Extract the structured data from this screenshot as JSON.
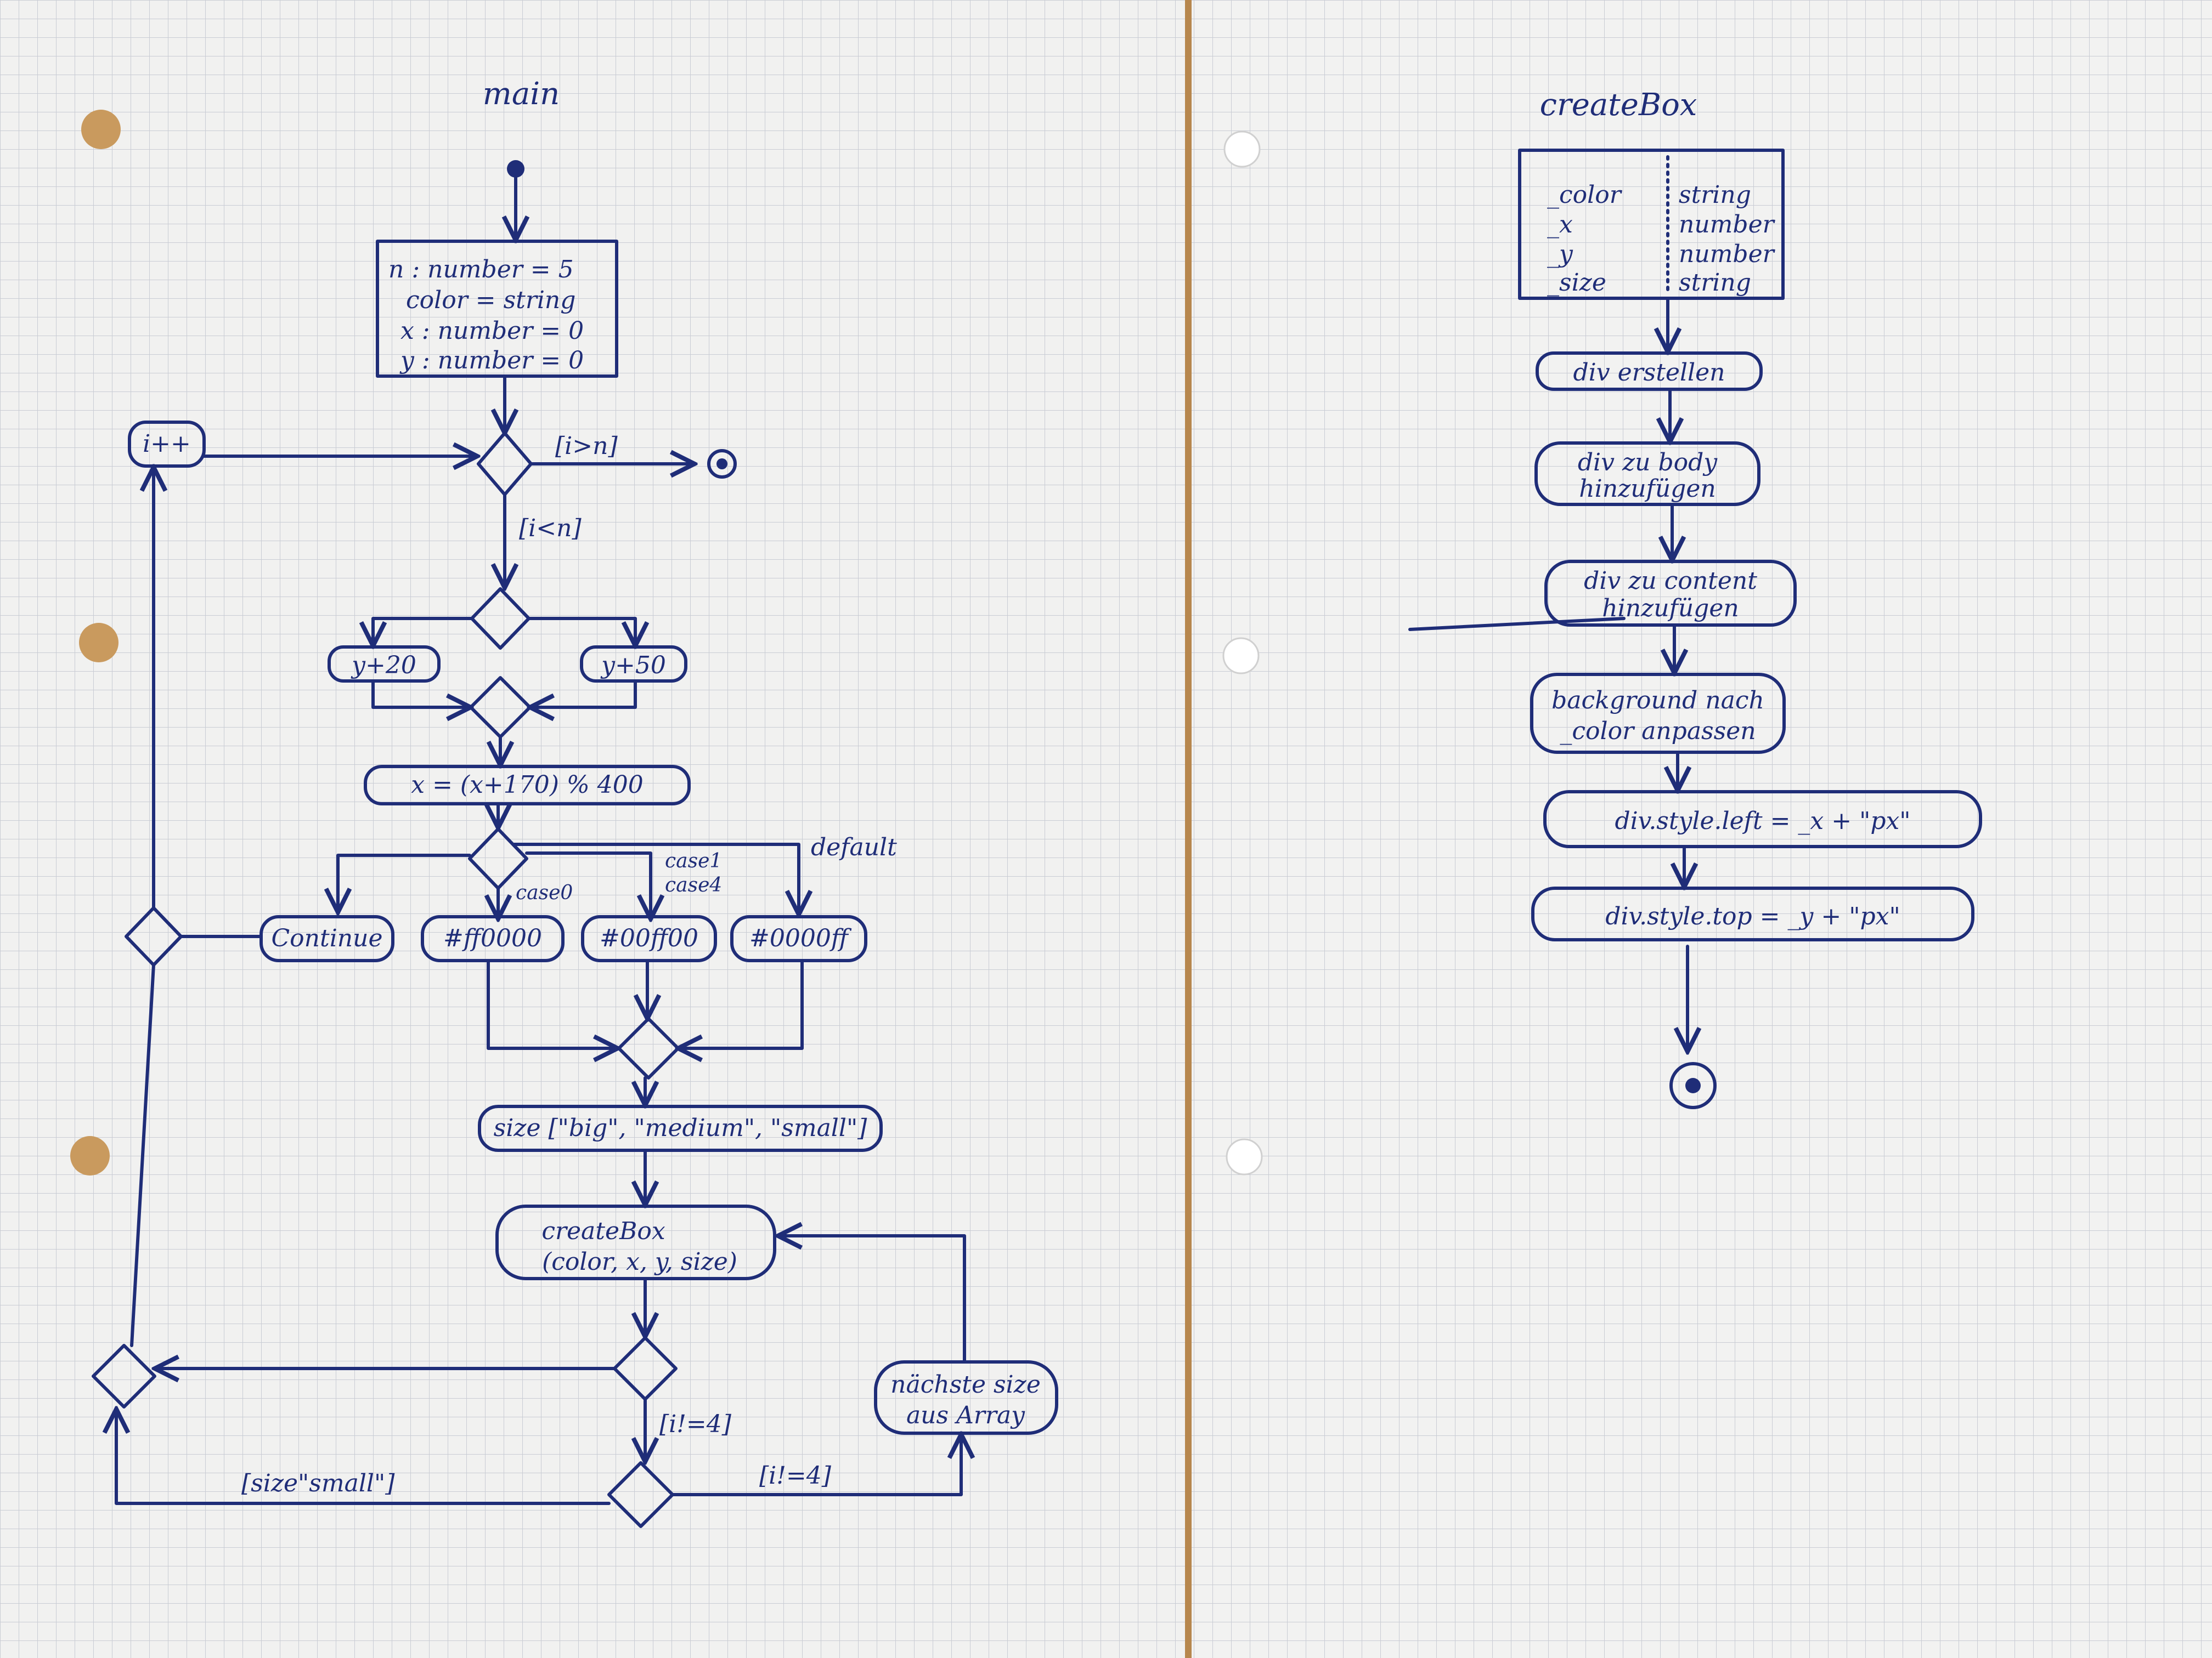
{
  "main": {
    "title": "main",
    "declarations": [
      "n : number = 5",
      "color = string",
      "x : number = 0",
      "y : number = 0"
    ],
    "increment": "i++",
    "guard_exit": "[i>n]",
    "guard_continue": "[i<n]",
    "y_plus_20": "y+20",
    "y_plus_50": "y+50",
    "x_update": "x = (x+170) % 400",
    "switch_labels": {
      "case0": "case0",
      "case1": "case1",
      "case4": "case4",
      "default": "default"
    },
    "continue_action": "Continue",
    "color_red": "#ff0000",
    "color_green": "#00ff00",
    "color_blue": "#0000ff",
    "size_array": "size [\"big\", \"medium\", \"small\"]",
    "create_call_line1": "createBox",
    "create_call_line2": "(color, x, y, size)",
    "guard_i_eq_4": "[i!=4]",
    "guard_i_neq_4": "[i!=4]",
    "guard_size_small": "[size\"small\"]",
    "next_size_line1": "nächste size",
    "next_size_line2": "aus Array"
  },
  "createbox": {
    "title": "createBox",
    "params": [
      {
        "name": "_color",
        "type": "string"
      },
      {
        "name": "_x",
        "type": "number"
      },
      {
        "name": "_y",
        "type": "number"
      },
      {
        "name": "_size",
        "type": "string"
      }
    ],
    "steps": [
      [
        "div erstellen"
      ],
      [
        "div zu body",
        "hinzufügen"
      ],
      [
        "div zu content",
        "hinzufügen"
      ],
      [
        "background nach",
        "_color anpassen"
      ],
      [
        "div.style.left = _x + \"px\""
      ],
      [
        "div.style.top = _y + \"px\""
      ]
    ]
  }
}
